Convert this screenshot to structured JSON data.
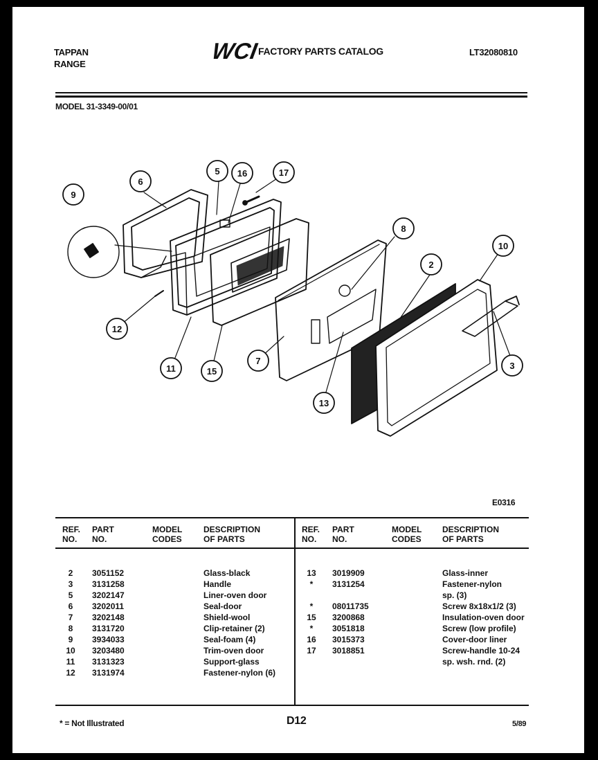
{
  "header": {
    "brand": "TAPPAN",
    "product": "RANGE",
    "logo": "WCI",
    "catalog_title": "FACTORY PARTS CATALOG",
    "catalog_number": "LT32080810",
    "model": "MODEL 31-3349-00/01"
  },
  "diagram": {
    "code": "E0316",
    "callouts": [
      "9",
      "6",
      "5",
      "16",
      "17",
      "8",
      "10",
      "2",
      "12",
      "11",
      "15",
      "7",
      "13",
      "3"
    ]
  },
  "table": {
    "headers": {
      "ref": [
        "REF.",
        "NO."
      ],
      "part": [
        "PART",
        "NO."
      ],
      "model": [
        "MODEL",
        "CODES"
      ],
      "desc": [
        "DESCRIPTION",
        "OF PARTS"
      ]
    },
    "left_rows": [
      {
        "ref": "2",
        "part": "3051152",
        "desc": "Glass-black"
      },
      {
        "ref": "3",
        "part": "3131258",
        "desc": "Handle"
      },
      {
        "ref": "5",
        "part": "3202147",
        "desc": "Liner-oven door"
      },
      {
        "ref": "6",
        "part": "3202011",
        "desc": "Seal-door"
      },
      {
        "ref": "7",
        "part": "3202148",
        "desc": "Shield-wool"
      },
      {
        "ref": "8",
        "part": "3131720",
        "desc": "Clip-retainer (2)"
      },
      {
        "ref": "9",
        "part": "3934033",
        "desc": "Seal-foam (4)"
      },
      {
        "ref": "10",
        "part": "3203480",
        "desc": "Trim-oven door"
      },
      {
        "ref": "11",
        "part": "3131323",
        "desc": "Support-glass"
      },
      {
        "ref": "12",
        "part": "3131974",
        "desc": "Fastener-nylon (6)"
      }
    ],
    "right_rows": [
      {
        "ref": "13",
        "part": "3019909",
        "desc": "Glass-inner"
      },
      {
        "ref": "*",
        "part": "3131254",
        "desc": "Fastener-nylon"
      },
      {
        "ref": "",
        "part": "",
        "desc": "sp. (3)"
      },
      {
        "ref": "*",
        "part": "08011735",
        "desc": "Screw 8x18x1/2 (3)"
      },
      {
        "ref": "15",
        "part": "3200868",
        "desc": "Insulation-oven door"
      },
      {
        "ref": "*",
        "part": "3051818",
        "desc": "Screw (low profile)"
      },
      {
        "ref": "16",
        "part": "3015373",
        "desc": "Cover-door liner"
      },
      {
        "ref": "17",
        "part": "3018851",
        "desc": "Screw-handle 10-24"
      },
      {
        "ref": "",
        "part": "",
        "desc": "sp. wsh. rnd. (2)"
      }
    ]
  },
  "footer": {
    "note": "* = Not Illustrated",
    "page": "D12",
    "date": "5/89"
  }
}
